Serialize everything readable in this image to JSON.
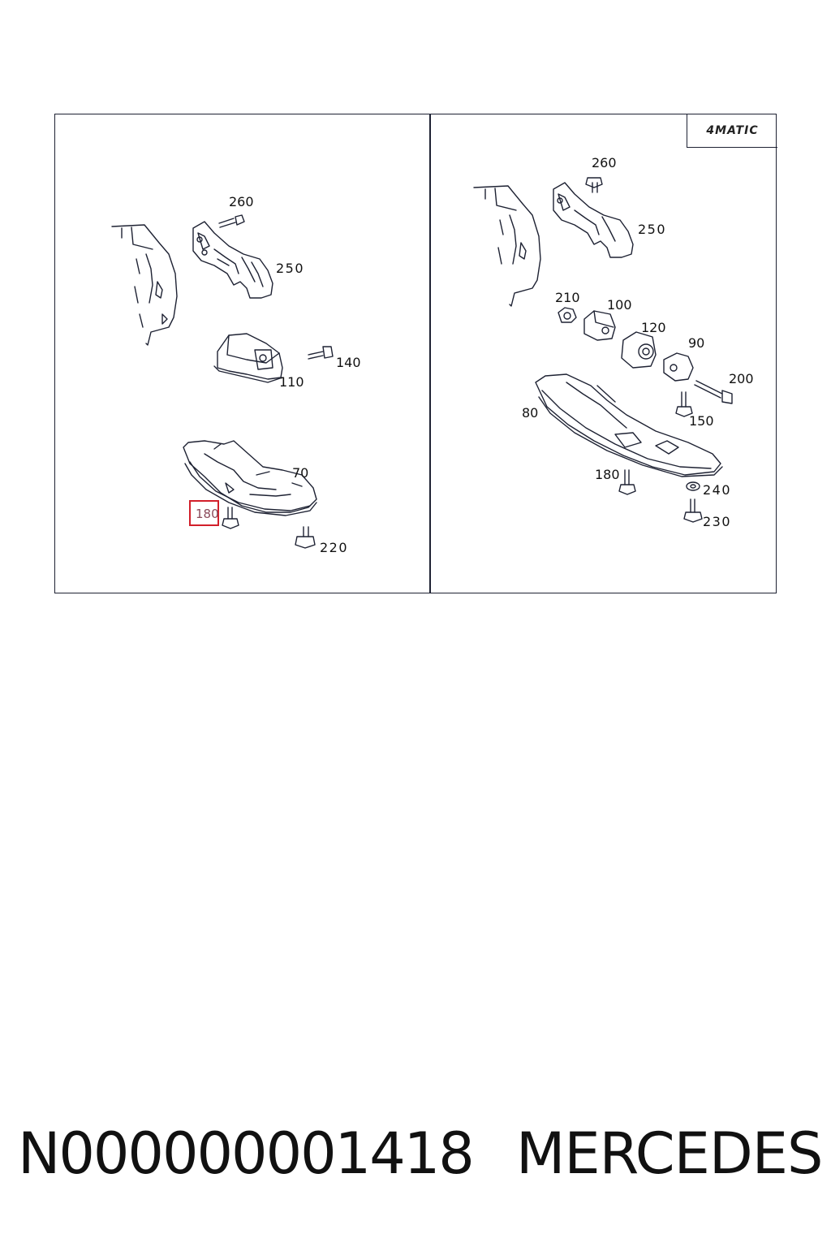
{
  "left_panel": {
    "callouts": {
      "c260": "260",
      "c250": "250",
      "c140": "140",
      "c110": "110",
      "c70": "70",
      "c180": "180",
      "c220": "220"
    }
  },
  "right_panel": {
    "badge": "4MATIC",
    "callouts": {
      "c260": "260",
      "c250": "250",
      "c210": "210",
      "c100": "100",
      "c120": "120",
      "c90": "90",
      "c200": "200",
      "c80": "80",
      "c150": "150",
      "c180": "180",
      "c240": "240",
      "c230": "230"
    }
  },
  "caption": {
    "code": "N000000001418",
    "brand": "MERCEDES"
  },
  "colors": {
    "line": "#1e2233",
    "highlight_border": "#d21f2a"
  }
}
